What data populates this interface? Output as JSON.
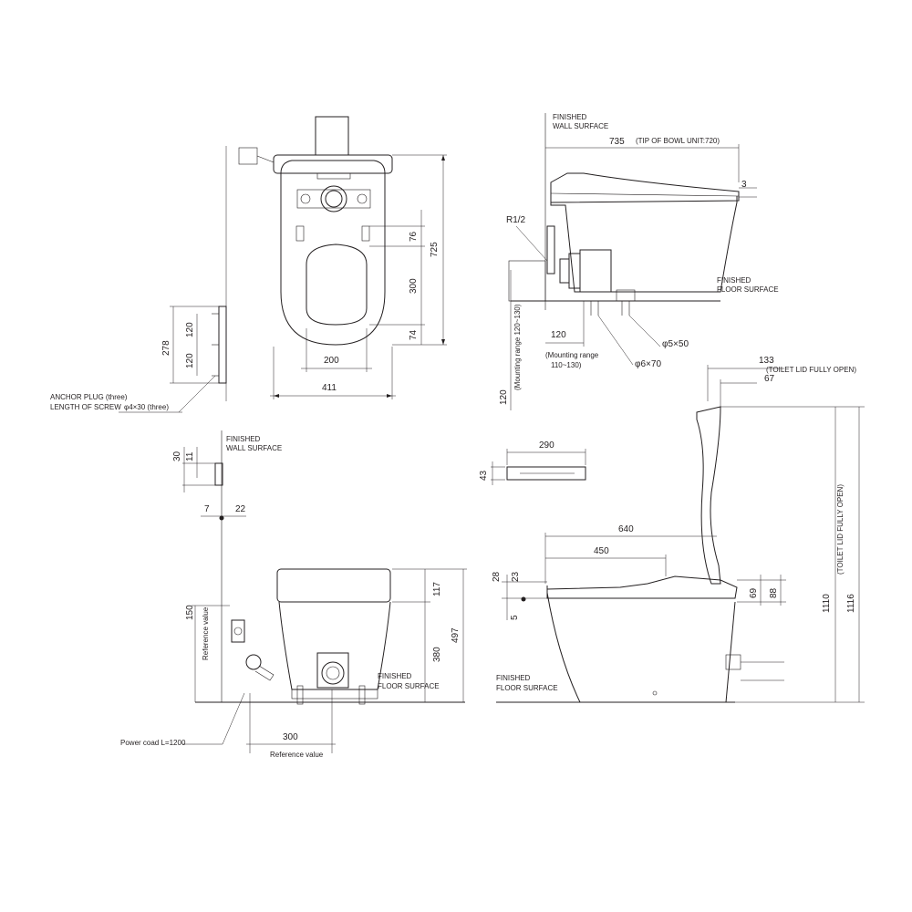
{
  "top_view": {
    "dims": {
      "d725": "725",
      "d76": "76",
      "d300": "300",
      "d74": "74",
      "d200": "200",
      "d411": "411"
    },
    "dims_left": {
      "d278": "278",
      "d120a": "120",
      "d120b": "120"
    },
    "anchor_note_1": "ANCHOR PLUG (three)",
    "anchor_note_2": "LENGTH OF SCREW",
    "screw_spec": "φ4×30 (three)"
  },
  "side_view_top": {
    "wall_label_1": "FINISHED",
    "wall_label_2": "WALL SURFACE",
    "d735": "735",
    "tip_note": "(TIP OF BOWL UNIT:720)",
    "d3": "3",
    "r12": "R1/2",
    "floor_label_1": "FINISHED",
    "floor_label_2": "FLOOR SURFACE",
    "mount_v": "(Mounting range 120~130)",
    "d120_v": "120",
    "d120_h": "120",
    "mount_h_1": "(Mounting range",
    "mount_h_2": "110~130)",
    "phi5": "φ5×50",
    "phi6": "φ6×70"
  },
  "remote": {
    "d30": "30",
    "d11": "11",
    "d7": "7",
    "d22": "22",
    "wall_label_1": "FINISHED",
    "wall_label_2": "WALL SURFACE",
    "d290": "290",
    "d43": "43"
  },
  "front_view": {
    "d117": "117",
    "d497": "497",
    "d380": "380",
    "d150": "150",
    "ref_v": "Reference value",
    "floor_label_1": "FINISHED",
    "floor_label_2": "FLOOR SURFACE",
    "d300": "300",
    "ref_h": "Reference value",
    "power_cord": "Power coad  L=1200"
  },
  "side_view_bottom": {
    "d133": "133",
    "d67": "67",
    "lid_open": "(TOILET LID FULLY OPEN)",
    "lid_open_v": "(TOILET LID FULLY OPEN)",
    "d640": "640",
    "d450": "450",
    "d28": "28",
    "d23": "23",
    "d5": "5",
    "d69": "69",
    "d88": "88",
    "d1110": "1110",
    "d1116": "1116",
    "floor_label_1": "FINISHED",
    "floor_label_2": "FLOOR SURFACE"
  }
}
